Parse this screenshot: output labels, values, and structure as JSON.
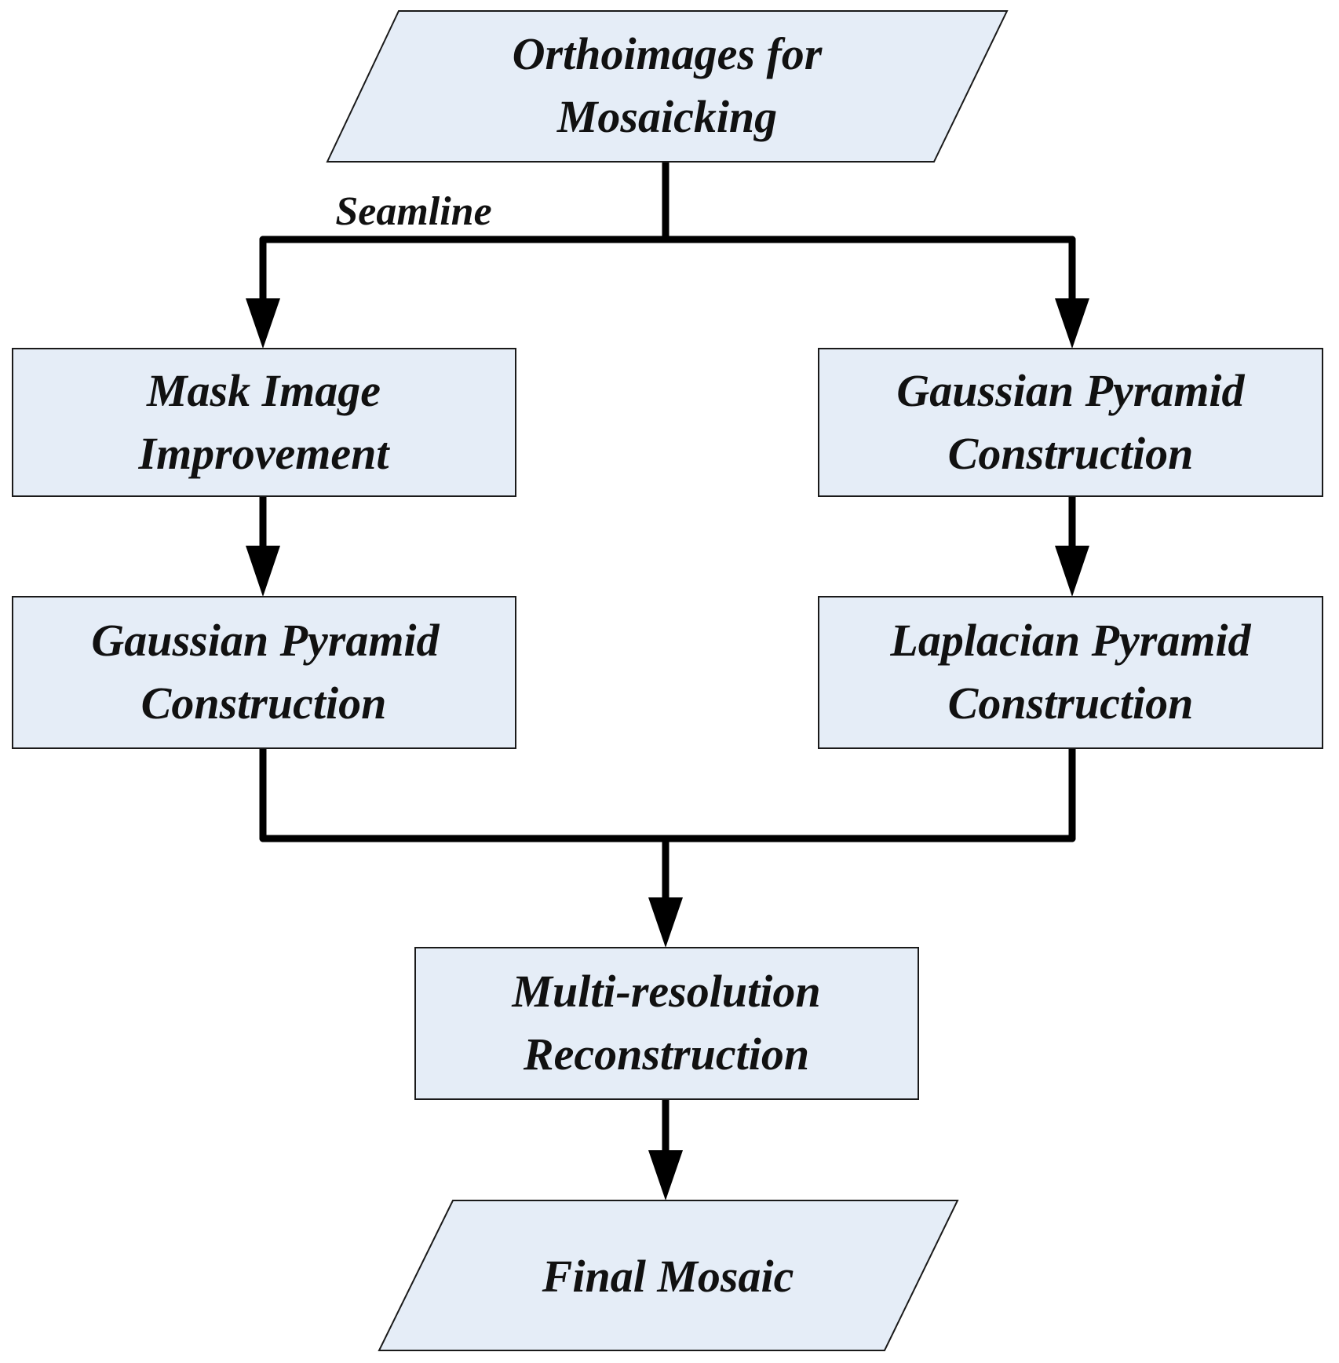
{
  "diagram": {
    "type": "flowchart",
    "nodes": [
      {
        "id": "orthoimages",
        "shape": "parallelogram",
        "lines": [
          "Orthoimages for",
          "Mosaicking"
        ]
      },
      {
        "id": "mask",
        "shape": "rectangle",
        "lines": [
          "Mask Image",
          "Improvement"
        ]
      },
      {
        "id": "gauss_right",
        "shape": "rectangle",
        "lines": [
          "Gaussian Pyramid",
          "Construction"
        ]
      },
      {
        "id": "gauss_left",
        "shape": "rectangle",
        "lines": [
          "Gaussian Pyramid",
          "Construction"
        ]
      },
      {
        "id": "laplacian",
        "shape": "rectangle",
        "lines": [
          "Laplacian Pyramid",
          "Construction"
        ]
      },
      {
        "id": "multires",
        "shape": "rectangle",
        "lines": [
          "Multi-resolution",
          "Reconstruction"
        ]
      },
      {
        "id": "final",
        "shape": "parallelogram",
        "lines": [
          "Final Mosaic"
        ]
      }
    ],
    "edge_labels": {
      "seamline": "Seamline"
    },
    "edges": [
      {
        "from": "orthoimages",
        "to": "mask",
        "label": "Seamline"
      },
      {
        "from": "orthoimages",
        "to": "gauss_right"
      },
      {
        "from": "mask",
        "to": "gauss_left"
      },
      {
        "from": "gauss_right",
        "to": "laplacian"
      },
      {
        "from": "gauss_left",
        "to": "multires"
      },
      {
        "from": "laplacian",
        "to": "multires"
      },
      {
        "from": "multires",
        "to": "final"
      }
    ],
    "colors": {
      "node_fill": "#e5edf7",
      "node_border": "#1a1a1a",
      "connector": "#000000",
      "text": "#111111"
    }
  }
}
